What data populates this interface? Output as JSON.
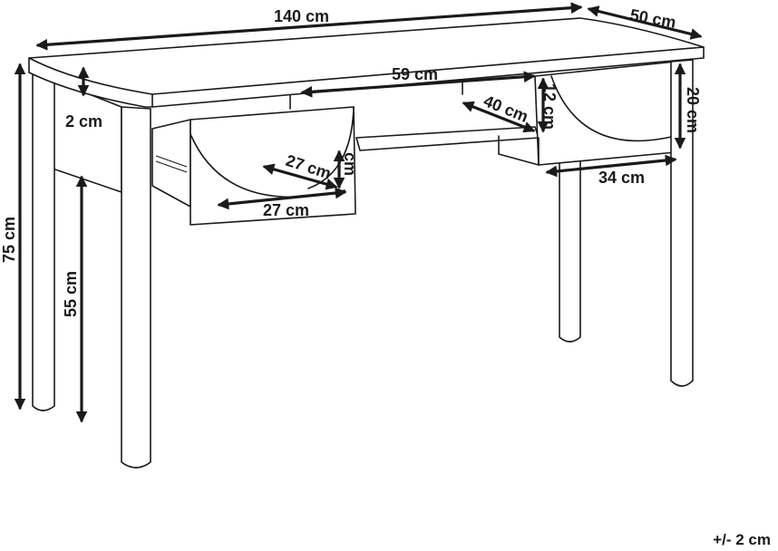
{
  "dimensions": {
    "width": "140 cm",
    "depth": "50 cm",
    "top_thickness": "2 cm",
    "shelf_width": "59 cm",
    "shelf_depth": "40 cm",
    "shelf_height": "12 cm",
    "drawer_height": "20 cm",
    "drawer_width_right": "34 cm",
    "drawer_depth": "27 cm",
    "drawer_width_left": "27 cm",
    "drawer_side": "cm",
    "total_height": "75 cm",
    "clearance": "55 cm"
  },
  "tolerance": "+/- 2 cm",
  "colors": {
    "stroke": "#1a1a1a",
    "background": "#ffffff"
  }
}
